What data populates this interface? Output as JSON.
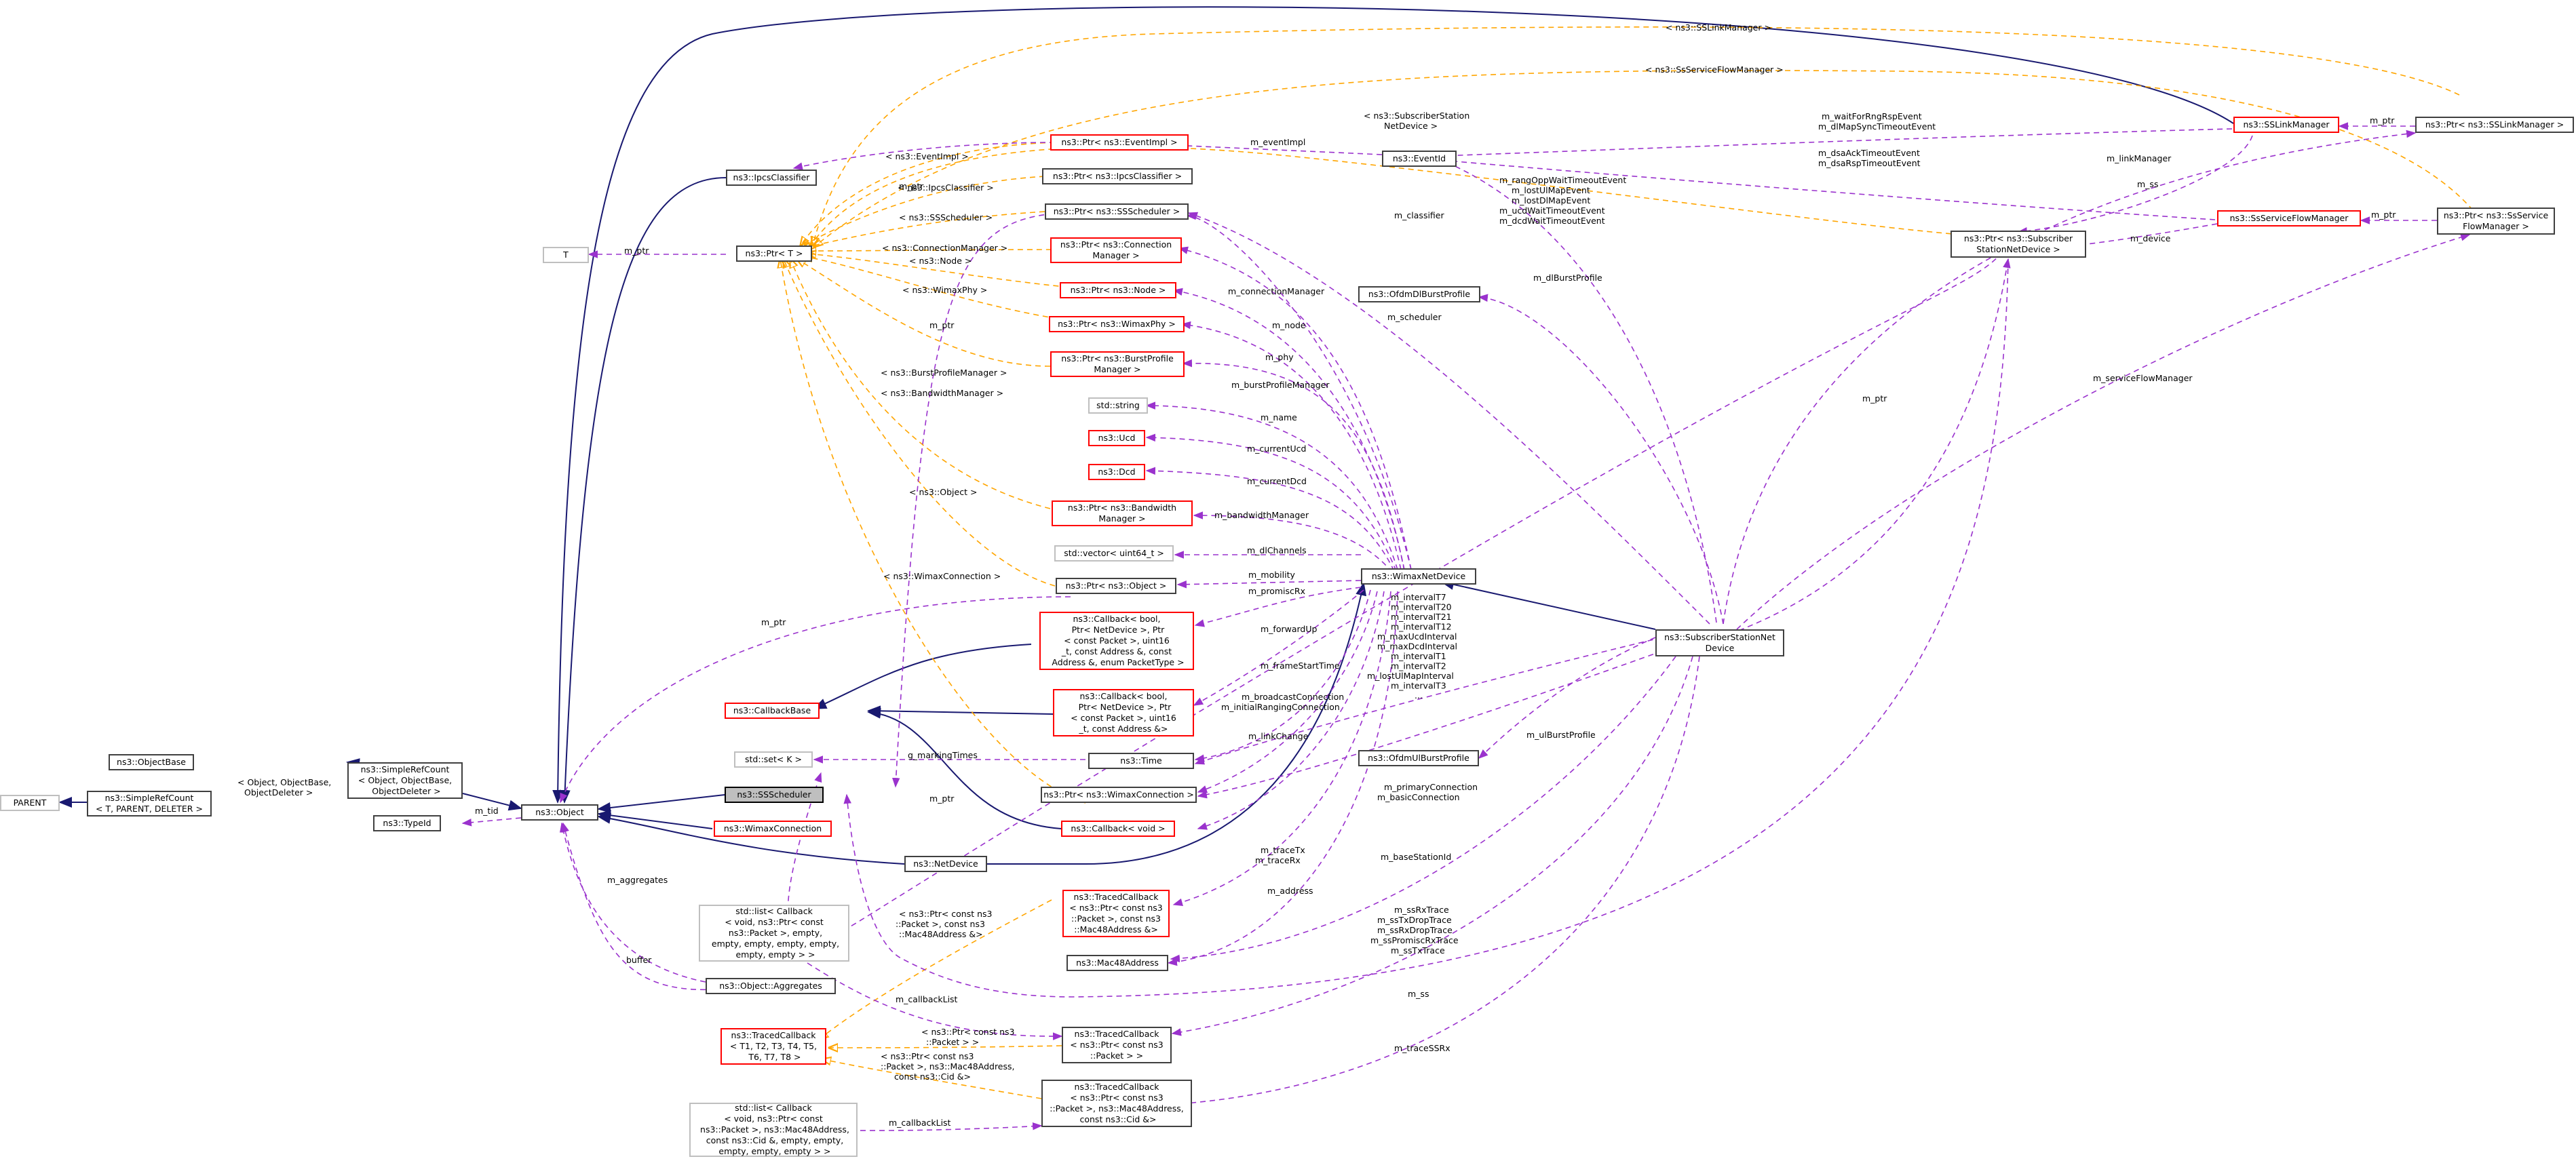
{
  "nodes": {
    "ssscheduler": "ns3::SSScheduler",
    "object": "ns3::Object",
    "ipcs_classifier": "ns3::IpcsClassifier",
    "t": "T",
    "ptr_t": "ns3::Ptr< T >",
    "objectbase": "ns3::ObjectBase",
    "simplerefcount_obj": "ns3::SimpleRefCount\n< Object, ObjectBase,\n ObjectDeleter >",
    "parent": "PARENT",
    "simplerefcount_t": "ns3::SimpleRefCount\n< T, PARENT, DELETER >",
    "typeid": "ns3::TypeId",
    "object_aggregates": "ns3::Object::Aggregates",
    "std_list_callback1": "std::list< Callback\n< void, ns3::Ptr< const\n ns3::Packet >, empty,\n empty, empty, empty, empty,\n empty, empty > >",
    "traced_callback_t": "ns3::TracedCallback\n< T1, T2, T3, T4, T5,\n T6, T7, T8 >",
    "std_list_callback2": "std::list< Callback\n< void, ns3::Ptr< const\n ns3::Packet >, ns3::Mac48Address,\n const ns3::Cid &, empty, empty,\n empty, empty, empty > >",
    "callbackbase": "ns3::CallbackBase",
    "std_set": "std::set< K >",
    "wimax_connection": "ns3::WimaxConnection",
    "ptr_eventimpl": "ns3::Ptr< ns3::EventImpl >",
    "ptr_ipcsclassifier": "ns3::Ptr< ns3::IpcsClassifier >",
    "ptr_ssscheduler": "ns3::Ptr< ns3::SSScheduler >",
    "ptr_connection_manager": "ns3::Ptr< ns3::Connection\nManager >",
    "ptr_node": "ns3::Ptr< ns3::Node >",
    "ptr_wimaxphy": "ns3::Ptr< ns3::WimaxPhy >",
    "ptr_burstprofile_manager": "ns3::Ptr< ns3::BurstProfile\nManager >",
    "std_string": "std::string",
    "ucd": "ns3::Ucd",
    "dcd": "ns3::Dcd",
    "ptr_bandwidth_manager": "ns3::Ptr< ns3::Bandwidth\nManager >",
    "std_vector": "std::vector< uint64_t >",
    "ptr_object": "ns3::Ptr< ns3::Object >",
    "callback_promisc": "ns3::Callback< bool,\n Ptr< NetDevice >, Ptr\n< const Packet >, uint16\n_t, const Address &, const\n Address &, enum PacketType >",
    "callback_forward": "ns3::Callback< bool,\n Ptr< NetDevice >, Ptr\n< const Packet >, uint16\n_t, const Address &>",
    "time": "ns3::Time",
    "ptr_wimaxconnection": "ns3::Ptr< ns3::WimaxConnection >",
    "callback_void": "ns3::Callback< void >",
    "netdevice": "ns3::NetDevice",
    "traced_callback_mac": "ns3::TracedCallback\n< ns3::Ptr< const ns3\n::Packet >, const ns3\n::Mac48Address &>",
    "mac48address": "ns3::Mac48Address",
    "traced_callback_packet": "ns3::TracedCallback\n< ns3::Ptr< const ns3\n::Packet > >",
    "traced_callback_cid": "ns3::TracedCallback\n< ns3::Ptr< const ns3\n::Packet >, ns3::Mac48Address,\n const ns3::Cid &>",
    "eventid": "ns3::EventId",
    "ofdm_dl": "ns3::OfdmDlBurstProfile",
    "wimax_netdevice": "ns3::WimaxNetDevice",
    "ofdm_ul": "ns3::OfdmUlBurstProfile",
    "subscriber_netdevice": "ns3::SubscriberStationNet\nDevice",
    "sslinkmanager": "ns3::SSLinkManager",
    "ssserviceflowmanager": "ns3::SsServiceFlowManager",
    "ptr_subscriber": "ns3::Ptr< ns3::Subscriber\nStationNetDevice >",
    "ptr_sslinkmanager": "ns3::Ptr< ns3::SSLinkManager >",
    "ptr_ssservice": "ns3::Ptr< ns3::SsService\nFlowManager >"
  },
  "edge_labels": {
    "m_tid": "m_tid",
    "m_aggregates": "m_aggregates",
    "buffer": "buffer",
    "t_m_ptr": "m_ptr",
    "simplerefcount_tmpl": "< Object, ObjectBase,\n ObjectDeleter >",
    "tmpl_eventimpl": "< ns3::EventImpl >",
    "tmpl_ipcs": "< ns3::IpcsClassifier >",
    "tmpl_ssscheduler": "< ns3::SSScheduler >",
    "tmpl_connmgr": "< ns3::ConnectionManager >",
    "tmpl_node": "< ns3::Node >",
    "tmpl_wimaxphy": "< ns3::WimaxPhy >",
    "tmpl_burstprofile": "< ns3::BurstProfileManager >",
    "tmpl_bandwidth": "< ns3::BandwidthManager >",
    "tmpl_object": "< ns3::Object >",
    "tmpl_wimaxconn": "< ns3::WimaxConnection >",
    "tmpl_subscriber": "< ns3::SubscriberStation\nNetDevice >",
    "tmpl_sslinkmgr": "< ns3::SSLinkManager >",
    "tmpl_ssservice": "< ns3::SsServiceFlowManager >",
    "ipcs_m_ptr": "m_ptr",
    "sched_m_ptr": "m_ptr",
    "wimaxconn_m_ptr": "m_ptr",
    "obj_m_ptr": "m_ptr",
    "m_eventimpl": "m_eventImpl",
    "m_classifier": "m_classifier",
    "m_connection_manager": "m_connectionManager",
    "m_scheduler": "m_scheduler",
    "m_node": "m_node",
    "m_phy": "m_phy",
    "m_burstprofile_manager": "m_burstProfileManager",
    "m_name": "m_name",
    "m_current_ucd": "m_currentUcd",
    "m_current_dcd": "m_currentDcd",
    "m_bandwidth_manager": "m_bandwidthManager",
    "m_dlchannels": "m_dlChannels",
    "m_mobility": "m_mobility",
    "m_promiscrx": "m_promiscRx",
    "m_forwardup": "m_forwardUp",
    "m_framestarttime": "m_frameStartTime",
    "broadcast_init": "m_broadcastConnection\nm_initialRangingConnection",
    "m_linkchange": "m_linkChange",
    "g_markingtimes": "g_markingTimes",
    "primary_basic": "m_primaryConnection\nm_basicConnection",
    "trace_txrx": "m_traceTx\nm_traceRx",
    "m_address": "m_address",
    "m_basestationid": "m_baseStationId",
    "ss_traces": "m_ssRxTrace\nm_ssTxDropTrace\nm_ssRxDropTrace\nm_ssPromiscRxTrace\nm_ssTxTrace",
    "m_ss": "m_ss",
    "m_tracessrx": "m_traceSSRx",
    "m_callbacklist1": "m_callbackList",
    "m_callbacklist2": "m_callbackList",
    "tmpl_mac": "< ns3::Ptr< const ns3\n::Packet >, const ns3\n::Mac48Address &>",
    "tmpl_packet": "< ns3::Ptr< const ns3\n::Packet > >",
    "tmpl_cid": "< ns3::Ptr< const ns3\n::Packet >, ns3::Mac48Address,\n const ns3::Cid &>",
    "event_timeouts": "m_rangOppWaitTimeoutEvent\nm_lostUlMapEvent\nm_lostDlMapEvent\nm_ucdWaitTimeoutEvent\nm_dcdWaitTimeoutEvent",
    "m_dlburstprofile": "m_dlBurstProfile",
    "m_ulburstprofile": "m_ulBurstProfile",
    "intervals": "m_intervalT7\nm_intervalT20\nm_intervalT21\nm_intervalT12\nm_maxUcdInterval\nm_maxDcdInterval\nm_intervalT1\nm_intervalT2\nm_lostUlMapInterval\nm_intervalT3\n...",
    "wait_events": "m_waitForRngRspEvent\nm_dlMapSyncTimeoutEvent",
    "dsa_events": "m_dsaAckTimeoutEvent\nm_dsaRspTimeoutEvent",
    "m_linkmanager": "m_linkManager",
    "sub_m_ptr": "m_ptr",
    "m_serviceflowmanager": "m_serviceFlowManager",
    "m_ss2": "m_ss",
    "m_device": "m_device",
    "lm_m_ptr": "m_ptr",
    "sf_m_ptr": "m_ptr"
  }
}
